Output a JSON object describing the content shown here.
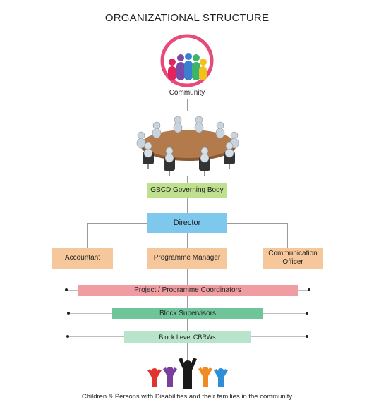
{
  "title": "ORGANIZATIONAL STRUCTURE",
  "community_label": "Community",
  "boxes": {
    "governing_body": "GBCD Governing Body",
    "director": "Director",
    "accountant": "Accountant",
    "programme_manager": "Programme Manager",
    "communication_officer": "Communication Officer",
    "coordinators": "Project / Programme Coordinators",
    "block_supervisors": "Block Supervisors",
    "block_cbrws": "Block Level CBRWs"
  },
  "footer_caption": "Children & Persons with Disabilities and their families in the community",
  "colors": {
    "governing_body": "#bfe08f",
    "director": "#7ec8ee",
    "staff": "#f5c79a",
    "coordinators": "#ef9da2",
    "block_supervisors": "#6fc49a",
    "block_cbrws": "#b8e4cc",
    "community_ring": "#e64b7a"
  }
}
